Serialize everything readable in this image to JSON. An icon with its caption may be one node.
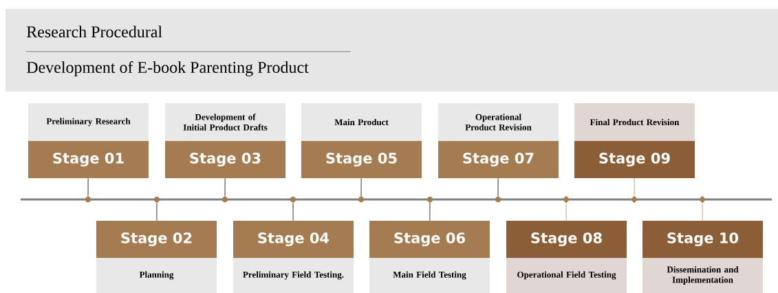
{
  "diagram": {
    "title": "Research Procedural",
    "nodes": [
      {
        "text": [
          "Preliminary Research",
          "Stage 01"
        ]
      },
      {
        "text": [
          "Stage 02",
          "Planning"
        ]
      },
      {
        "text": [
          "Development of Initial Product Drafts",
          "Stage 03"
        ]
      },
      {
        "text": [
          "Stage 04",
          "Preliminary Field Testing."
        ]
      },
      {
        "text": [
          "Main Product",
          "Stage 05"
        ]
      },
      {
        "text": [
          "Stage 06",
          "Main Field Testing"
        ]
      },
      {
        "text": [
          "Operational Product Revision",
          "Stage 07"
        ]
      },
      {
        "text": [
          "Stage 08",
          "Operational Field Testing"
        ]
      },
      {
        "text": [
          "Final Product Revision",
          "Stage 09"
        ]
      },
      {
        "text": [
          "Stage 10",
          "Dissemination and Implementation"
        ]
      },
      {
        "text": [],
        "shape": "circle"
      },
      {
        "text": [],
        "shape": "circle"
      },
      {
        "text": [],
        "shape": "circle"
      },
      {
        "text": [],
        "shape": "circle"
      },
      {
        "text": [],
        "shape": "circle"
      },
      {
        "text": [],
        "shape": "circle"
      },
      {
        "text": [],
        "shape": "circle"
      },
      {
        "text": [],
        "shape": "diamond"
      },
      {
        "text": [],
        "shape": "diamond"
      },
      {
        "text": [],
        "shape": "diamond"
      }
    ],
    "edges": [
      {
        "from": 0,
        "to": 10,
        "arrow": "none"
      },
      {
        "from": 1,
        "to": 11,
        "arrow": "none"
      },
      {
        "from": 2,
        "to": 12,
        "arrow": "none"
      },
      {
        "from": 3,
        "to": 13,
        "arrow": "none"
      },
      {
        "from": 4,
        "to": 14,
        "arrow": "none"
      },
      {
        "from": 5,
        "to": 15,
        "arrow": "none"
      },
      {
        "from": 6,
        "to": 16,
        "arrow": "none"
      },
      {
        "from": 7,
        "to": 17,
        "arrow": "none",
        "color": "#c9a282"
      },
      {
        "from": 8,
        "to": 18,
        "arrow": "none",
        "color": "#c9a282"
      },
      {
        "from": 9,
        "to": 19,
        "arrow": "none",
        "color": "#c9a282"
      }
    ],
    "labels": [
      "Development of E-book Parenting Product"
    ]
  }
}
